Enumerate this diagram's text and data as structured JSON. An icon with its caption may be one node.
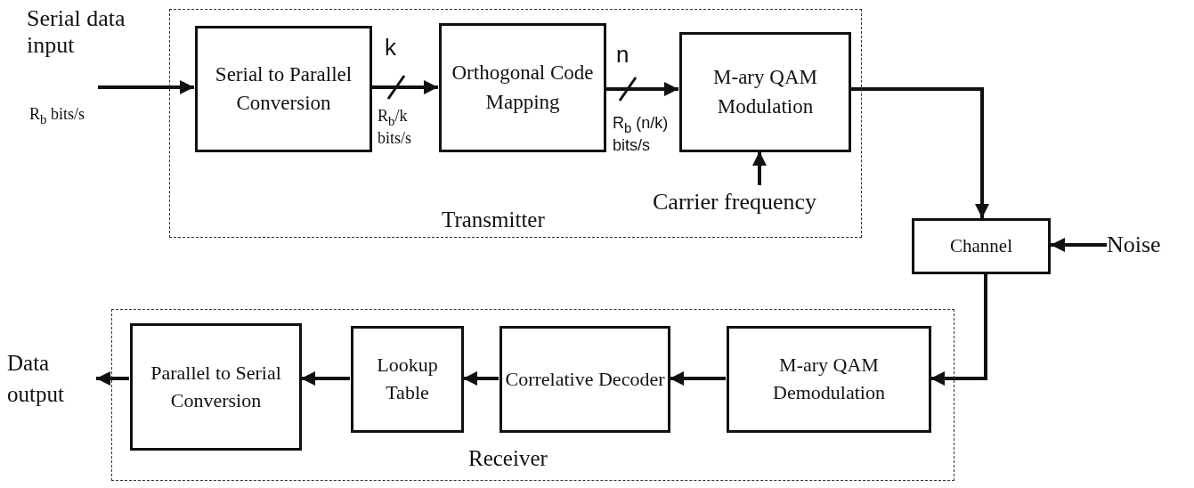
{
  "diagram": {
    "nodes": [
      {
        "text": [
          "Transmitter"
        ]
      },
      {
        "text": [
          "Serial to Parallel Conversion"
        ],
        "in": 0
      },
      {
        "text": [
          "Orthogonal Code Mapping"
        ],
        "in": 0
      },
      {
        "text": [
          "M-ary QAM Modulation"
        ],
        "in": 0
      },
      {
        "text": [
          "Carrier frequency"
        ],
        "in": 0
      },
      {
        "text": [
          "Channel"
        ]
      },
      {
        "text": [
          "Noise"
        ]
      },
      {
        "text": [
          "Receiver"
        ]
      },
      {
        "text": [
          "M-ary QAM Demodulation"
        ],
        "in": 7
      },
      {
        "text": [
          "Correlative Decoder"
        ],
        "in": 7
      },
      {
        "text": [
          "Lookup Table"
        ],
        "in": 7
      },
      {
        "text": [
          "Parallel to Serial Conversion"
        ],
        "in": 7
      },
      {
        "text": [
          "Data output"
        ]
      }
    ],
    "edges": [
      {
        "from": null,
        "to": 1,
        "arrow": "to"
      },
      {
        "from": 1,
        "to": 2,
        "arrow": "to",
        "label": "k"
      },
      {
        "from": 2,
        "to": 3,
        "arrow": "to",
        "label": "n"
      },
      {
        "from": 4,
        "to": 3,
        "arrow": "to"
      },
      {
        "from": 3,
        "to": 5,
        "arrow": "to"
      },
      {
        "from": 6,
        "to": 5,
        "arrow": "to"
      },
      {
        "from": 5,
        "to": 8,
        "arrow": "to"
      },
      {
        "from": 8,
        "to": 9,
        "arrow": "to"
      },
      {
        "from": 9,
        "to": 10,
        "arrow": "to"
      },
      {
        "from": 10,
        "to": 11,
        "arrow": "to"
      },
      {
        "from": 11,
        "to": 12,
        "arrow": "to"
      }
    ],
    "labels": [
      "Serial data input",
      "R$_{b}$ bits/s",
      "R$_{b}$/k bits/s",
      "R$_{b}$ (n/k) bits/s"
    ]
  }
}
